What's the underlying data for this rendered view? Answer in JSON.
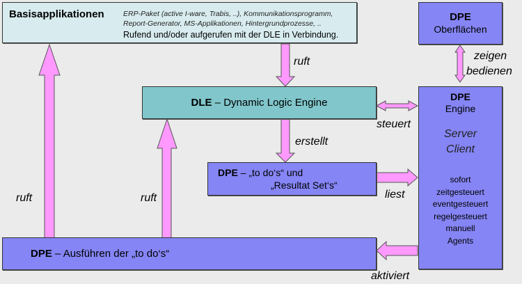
{
  "colors": {
    "background": "#ebebeb",
    "basis_box": "#d8ecef",
    "dle_box": "#80c6cb",
    "dpe_box": "#8585f5",
    "arrow_fill": "#ff99ff",
    "arrow_stroke": "#555555"
  },
  "basis": {
    "title": "Basisapplikationen",
    "line1": "ERP-Paket (active I-ware, Trabis, ..), Kommunikationsprogramm,",
    "line2": "Report-Generator, MS-Applikationen, Hintergrundprozesse, ..",
    "line3": "Rufend und/oder aufgerufen mit der DLE in Verbindung."
  },
  "dpe_surfaces": {
    "title": "DPE",
    "subtitle": "Oberflächen"
  },
  "dle": {
    "title_bold": "DLE",
    "title_rest": " – Dynamic Logic Engine"
  },
  "todos": {
    "title_bold": "DPE",
    "line1_rest": " – „to do‘s“  und",
    "line2": "„Resultat Set‘s“"
  },
  "engine": {
    "title": "DPE",
    "subtitle": "Engine",
    "mode1": "Server",
    "mode2": "Client",
    "triggers": [
      "sofort",
      "zeitgesteuert",
      "eventgesteuert",
      "regelgesteuert",
      "manuell",
      "Agents"
    ]
  },
  "execute": {
    "title_bold": "DPE",
    "title_rest": " – Ausführen der „to do‘s“"
  },
  "arrow_labels": {
    "ruft_top": "ruft",
    "erstellt": "erstellt",
    "steuert": "steuert",
    "liest": "liest",
    "aktiviert": "aktiviert",
    "zeigen": "zeigen",
    "bedienen": "bedienen",
    "ruft_left": "ruft",
    "ruft_mid": "ruft"
  }
}
